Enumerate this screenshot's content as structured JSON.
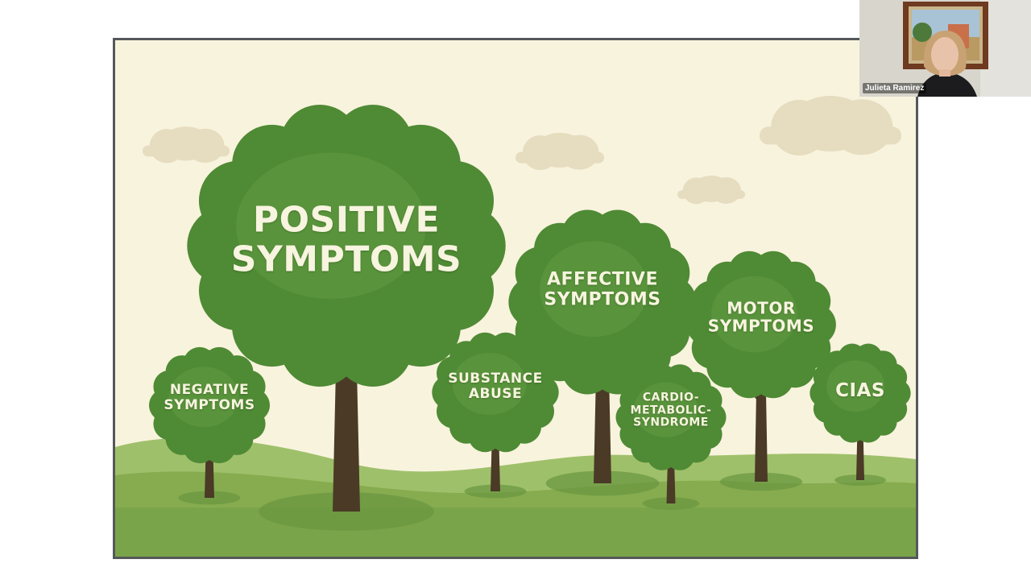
{
  "slide": {
    "colors": {
      "sky": "#f8f3dd",
      "cloud": "#e6dcc0",
      "hill_far": "#9fc06a",
      "hill_near": "#86ac4f",
      "ground": "#7aa449",
      "canopy": "#4f8a35",
      "canopy_light": "#67a045",
      "trunk": "#4a3a26",
      "label": "#f7f4df"
    },
    "trees": [
      {
        "id": "positive",
        "label": "POSITIVE\nSYMPTOMS"
      },
      {
        "id": "negative",
        "label": "NEGATIVE\nSYMPTOMS"
      },
      {
        "id": "substance",
        "label": "SUBSTANCE\nABUSE"
      },
      {
        "id": "affective",
        "label": "AFFECTIVE\nSYMPTOMS"
      },
      {
        "id": "cardio",
        "label": "CARDIO-\nMETABOLIC-\nSYNDROME"
      },
      {
        "id": "motor",
        "label": "MOTOR\nSYMPTOMS"
      },
      {
        "id": "cias",
        "label": "CIAS"
      }
    ]
  },
  "participant": {
    "name": "Julieta Ramirez"
  }
}
